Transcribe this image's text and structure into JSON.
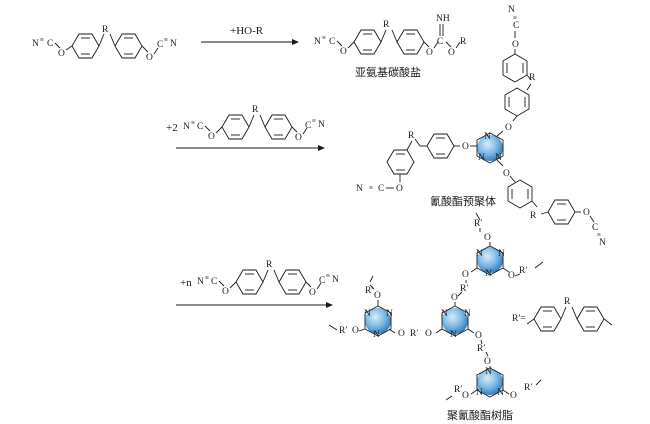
{
  "reagents": {
    "step1": "+HO-R",
    "step2_prefix": "+2",
    "step3_prefix": "+n"
  },
  "captions": {
    "iminocarbonate": "亚氨基碳酸盐",
    "prepolymer": "氰酸酯预聚体",
    "polymer": "聚氰酸酯树脂"
  },
  "atoms": {
    "N": "N",
    "O": "O",
    "R": "R",
    "C": "C",
    "NH": "NH",
    "Rp": "R′",
    "Rp_def": "R′="
  },
  "colors": {
    "triazine_light": "#d6ecfa",
    "triazine_mid": "#79b7e3",
    "triazine_dark": "#2f74b3",
    "ink": "#1a1a1a"
  }
}
